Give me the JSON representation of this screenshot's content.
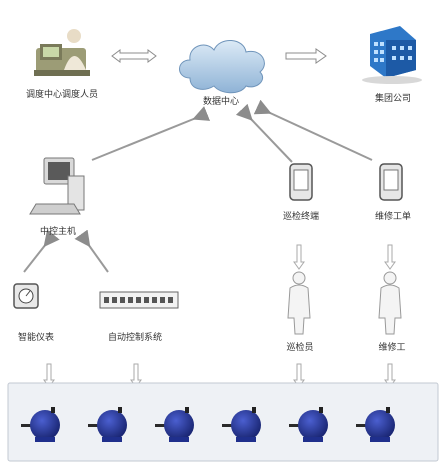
{
  "nodes": {
    "dispatch": {
      "label": "调度中心调度人员",
      "icon": "dispatcher-icon"
    },
    "data_center": {
      "label": "数据中心",
      "icon": "cloud-icon"
    },
    "company": {
      "label": "集团公司",
      "icon": "building-icon"
    },
    "host": {
      "label": "中控主机",
      "icon": "computer-icon"
    },
    "inspect_terminal": {
      "label": "巡检终端",
      "icon": "mobile-device-icon"
    },
    "maint_terminal": {
      "label": "维修工单",
      "icon": "mobile-device-icon"
    },
    "meter": {
      "label": "智能仪表",
      "icon": "meter-icon"
    },
    "auto_system": {
      "label": "自动控制系统",
      "icon": "control-rack-icon"
    },
    "inspector": {
      "label": "巡检员",
      "icon": "worker-icon"
    },
    "repairer": {
      "label": "维修工",
      "icon": "worker-icon"
    }
  },
  "pumps": {
    "count": 6,
    "icon": "pump-icon",
    "color": "#1f2f8c"
  },
  "colors": {
    "line": "#9a9a9a",
    "arrow_fill": "#ffffff",
    "cloud": "#bcd6ec",
    "building": "#2e78c8"
  }
}
